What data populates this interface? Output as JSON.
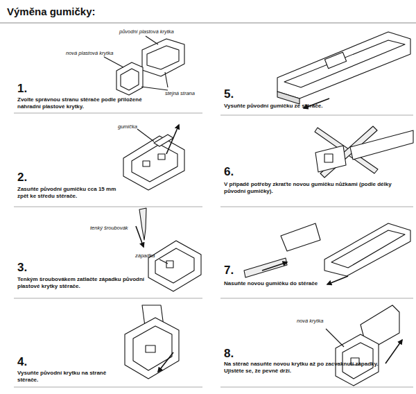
{
  "diagram": {
    "title": "Výměna gumičky:",
    "labels": [
      "původní plastová krytka",
      "nová plastová krytka",
      "stejná strana",
      "1.",
      "Zvolte správnou stranu stěrače podle přiložené náhradní plastové krytky.",
      "gumička",
      "2.",
      "Zasuňte původní gumičku cca 15 mm zpět ke středu stěrače.",
      "tenký šroubovák",
      "západka",
      "3.",
      "Tenkým šroubovákem zatlačte západku původní plastové krytky stěrače.",
      "4.",
      "Vysuňte původní krytku na straně stěrače.",
      "5.",
      "Vysuňte původní gumičku ze stěrače.",
      "6.",
      "V případě potřeby zkraťte novou gumičku nůžkami (podle délky původní gumičky).",
      "7.",
      "Nasuňte novou gumičku do stěrače",
      "nová krytka",
      "8.",
      "Na stěrač nasuňte novou krytku až po zacvaknutí západky. Ujistěte se, že pevně drží."
    ]
  }
}
